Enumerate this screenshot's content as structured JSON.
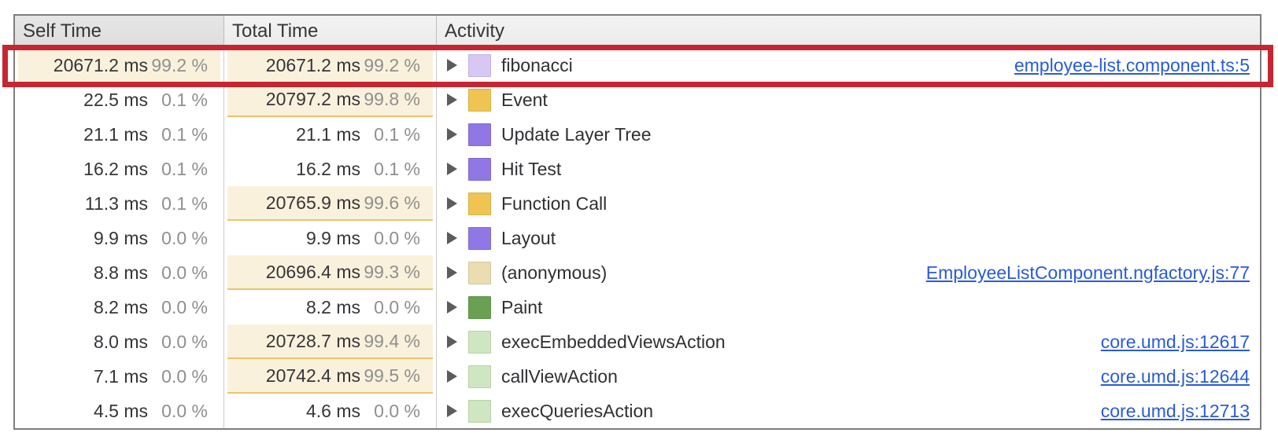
{
  "header": {
    "columns": [
      {
        "label": "Self Time"
      },
      {
        "label": "Total Time"
      },
      {
        "label": "Activity"
      }
    ]
  },
  "rows": [
    {
      "self_ms": "20671.2 ms",
      "self_pct": "99.2 %",
      "self_hl": true,
      "total_ms": "20671.2 ms",
      "total_pct": "99.2 %",
      "total_hl": true,
      "total_underline": false,
      "label": "fibonacci",
      "link": "employee-list.component.ts:5",
      "icon": "script-icon",
      "icon_color": "#d9c7f3",
      "icon_dotted": true,
      "annotated": true
    },
    {
      "self_ms": "22.5 ms",
      "self_pct": "0.1 %",
      "self_hl": false,
      "total_ms": "20797.2 ms",
      "total_pct": "99.8 %",
      "total_hl": true,
      "total_underline": true,
      "label": "Event",
      "link": "",
      "icon": "event-icon",
      "icon_color": "#f0c452",
      "icon_dotted": true,
      "annotated": false
    },
    {
      "self_ms": "21.1 ms",
      "self_pct": "0.1 %",
      "self_hl": false,
      "total_ms": "21.1 ms",
      "total_pct": "0.1 %",
      "total_hl": false,
      "total_underline": false,
      "label": "Update Layer Tree",
      "link": "",
      "icon": "rendering-icon",
      "icon_color": "#9177e6",
      "icon_dotted": false,
      "annotated": false
    },
    {
      "self_ms": "16.2 ms",
      "self_pct": "0.1 %",
      "self_hl": false,
      "total_ms": "16.2 ms",
      "total_pct": "0.1 %",
      "total_hl": false,
      "total_underline": false,
      "label": "Hit Test",
      "link": "",
      "icon": "rendering-icon",
      "icon_color": "#9177e6",
      "icon_dotted": false,
      "annotated": false
    },
    {
      "self_ms": "11.3 ms",
      "self_pct": "0.1 %",
      "self_hl": false,
      "total_ms": "20765.9 ms",
      "total_pct": "99.6 %",
      "total_hl": true,
      "total_underline": true,
      "label": "Function Call",
      "link": "",
      "icon": "event-icon",
      "icon_color": "#f0c452",
      "icon_dotted": true,
      "annotated": false
    },
    {
      "self_ms": "9.9 ms",
      "self_pct": "0.0 %",
      "self_hl": false,
      "total_ms": "9.9 ms",
      "total_pct": "0.0 %",
      "total_hl": false,
      "total_underline": false,
      "label": "Layout",
      "link": "",
      "icon": "rendering-icon",
      "icon_color": "#9177e6",
      "icon_dotted": false,
      "annotated": false
    },
    {
      "self_ms": "8.8 ms",
      "self_pct": "0.0 %",
      "self_hl": false,
      "total_ms": "20696.4 ms",
      "total_pct": "99.3 %",
      "total_hl": true,
      "total_underline": true,
      "label": "(anonymous)",
      "link": "EmployeeListComponent.ngfactory.js:77",
      "icon": "script-icon",
      "icon_color": "#ebdcb2",
      "icon_dotted": true,
      "annotated": false
    },
    {
      "self_ms": "8.2 ms",
      "self_pct": "0.0 %",
      "self_hl": false,
      "total_ms": "8.2 ms",
      "total_pct": "0.0 %",
      "total_hl": false,
      "total_underline": false,
      "label": "Paint",
      "link": "",
      "icon": "painting-icon",
      "icon_color": "#6aa052",
      "icon_dotted": false,
      "annotated": false
    },
    {
      "self_ms": "8.0 ms",
      "self_pct": "0.0 %",
      "self_hl": false,
      "total_ms": "20728.7 ms",
      "total_pct": "99.4 %",
      "total_hl": true,
      "total_underline": true,
      "label": "execEmbeddedViewsAction",
      "link": "core.umd.js:12617",
      "icon": "script-icon",
      "icon_color": "#cfe7c0",
      "icon_dotted": true,
      "annotated": false
    },
    {
      "self_ms": "7.1 ms",
      "self_pct": "0.0 %",
      "self_hl": false,
      "total_ms": "20742.4 ms",
      "total_pct": "99.5 %",
      "total_hl": true,
      "total_underline": true,
      "label": "callViewAction",
      "link": "core.umd.js:12644",
      "icon": "script-icon",
      "icon_color": "#cfe7c0",
      "icon_dotted": true,
      "annotated": false
    },
    {
      "self_ms": "4.5 ms",
      "self_pct": "0.0 %",
      "self_hl": false,
      "total_ms": "4.6 ms",
      "total_pct": "0.0 %",
      "total_hl": false,
      "total_underline": false,
      "label": "execQueriesAction",
      "link": "core.umd.js:12713",
      "icon": "script-icon",
      "icon_color": "#cfe7c0",
      "icon_dotted": true,
      "annotated": false
    }
  ],
  "colors": {
    "annotation_red": "#c62631",
    "highlight_cream": "#faf1dc",
    "highlight_underline": "#edc46c",
    "link_blue": "#2a5bd7"
  }
}
